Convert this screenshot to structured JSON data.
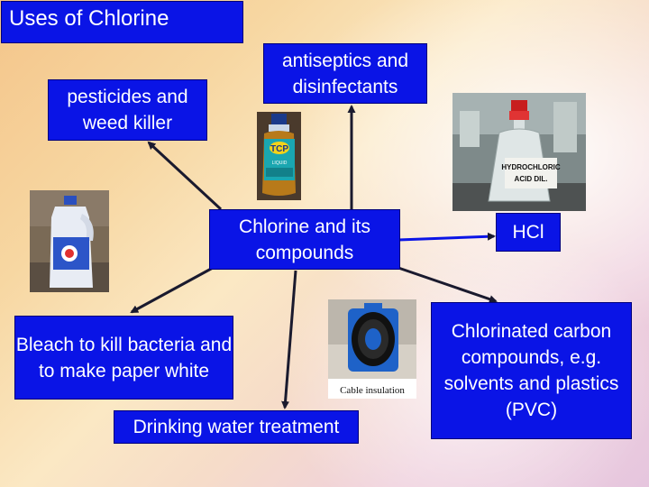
{
  "title": "Uses of Chlorine",
  "center": "Chlorine and its compounds",
  "uses": {
    "pesticides": "pesticides and weed killer",
    "antiseptics": "antiseptics and disinfectants",
    "hcl": "HCl",
    "chlorinated": "Chlorinated carbon compounds, e.g. solvents and plastics (PVC)",
    "bleach": "Bleach to kill bacteria and to make paper white",
    "water": "Drinking water treatment"
  },
  "photos": {
    "tcp_label": "TCP",
    "tcp_small": "LIQUID",
    "acid_label_1": "HYDROCHLORIC",
    "acid_label_2": "ACID DIL.",
    "cable_caption": "Cable insulation"
  },
  "colors": {
    "box_fill": "#0a14e6",
    "box_text": "#ffffff",
    "arrow": "#1a1a2e"
  }
}
